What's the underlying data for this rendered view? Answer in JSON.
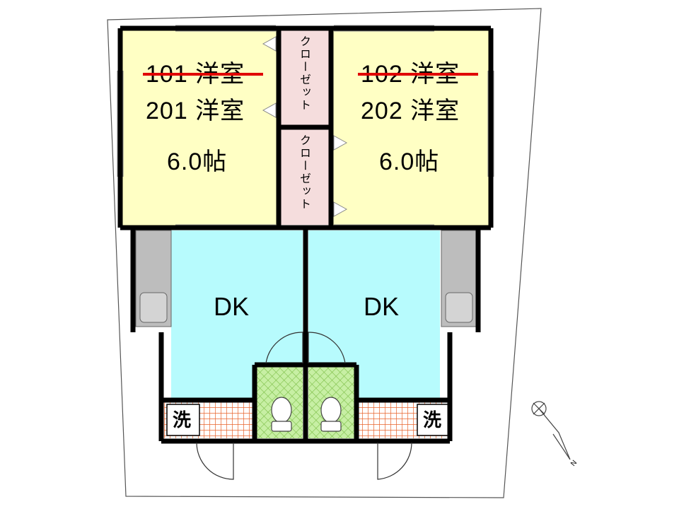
{
  "units": {
    "left_old": "101 洋室",
    "left_new": "201 洋室",
    "left_size": "6.0帖",
    "right_old": "102 洋室",
    "right_new": "202 洋室",
    "right_size": "6.0帖"
  },
  "dk_label": "DK",
  "closet_label": "クローゼット",
  "wash_label": "洗",
  "north_label": "N",
  "colors": {
    "room": "#ffffc4",
    "dk": "#b7fbfd",
    "closet": "#f5dddd",
    "toilet": "#c9f0a8",
    "wash_floor": "#f07a3a",
    "kitchen": "#bdbdbd",
    "wall": "#000000",
    "strike": "#e00000"
  }
}
